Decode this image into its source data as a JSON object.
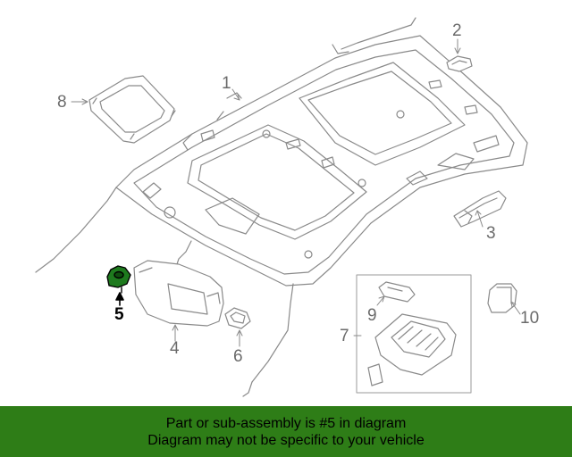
{
  "callouts": {
    "c1": "1",
    "c2": "2",
    "c3": "3",
    "c4": "4",
    "c5": "5",
    "c6": "6",
    "c7": "7",
    "c8": "8",
    "c9": "9",
    "c10": "10"
  },
  "highlighted_part": "5",
  "colors": {
    "line": "#8a8a8a",
    "highlight_fill": "#1e7a1e",
    "banner_bg": "#2e7d17",
    "banner_text": "#000000"
  },
  "banner": {
    "line1": "Part or sub-assembly is #5 in diagram",
    "line2": "Diagram may not be specific to your vehicle"
  }
}
